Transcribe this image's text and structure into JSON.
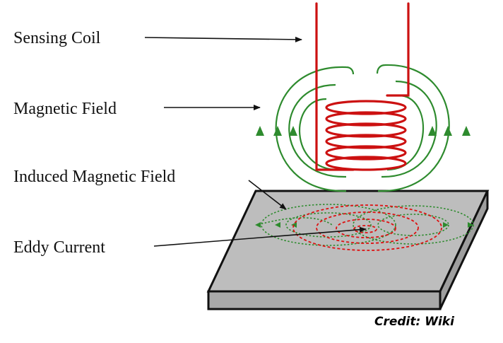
{
  "labels": {
    "sensing_coil": "Sensing Coil",
    "magnetic_field": "Magnetic Field",
    "induced_magnetic_field": "Induced Magnetic Field",
    "eddy_current": "Eddy Current"
  },
  "credit": "Credit: Wiki",
  "colors": {
    "coil": "#cc1111",
    "field": "#2e8b2e",
    "plate_top": "#bdbdbd",
    "plate_side": "#a9a9a9",
    "outline": "#111111"
  }
}
